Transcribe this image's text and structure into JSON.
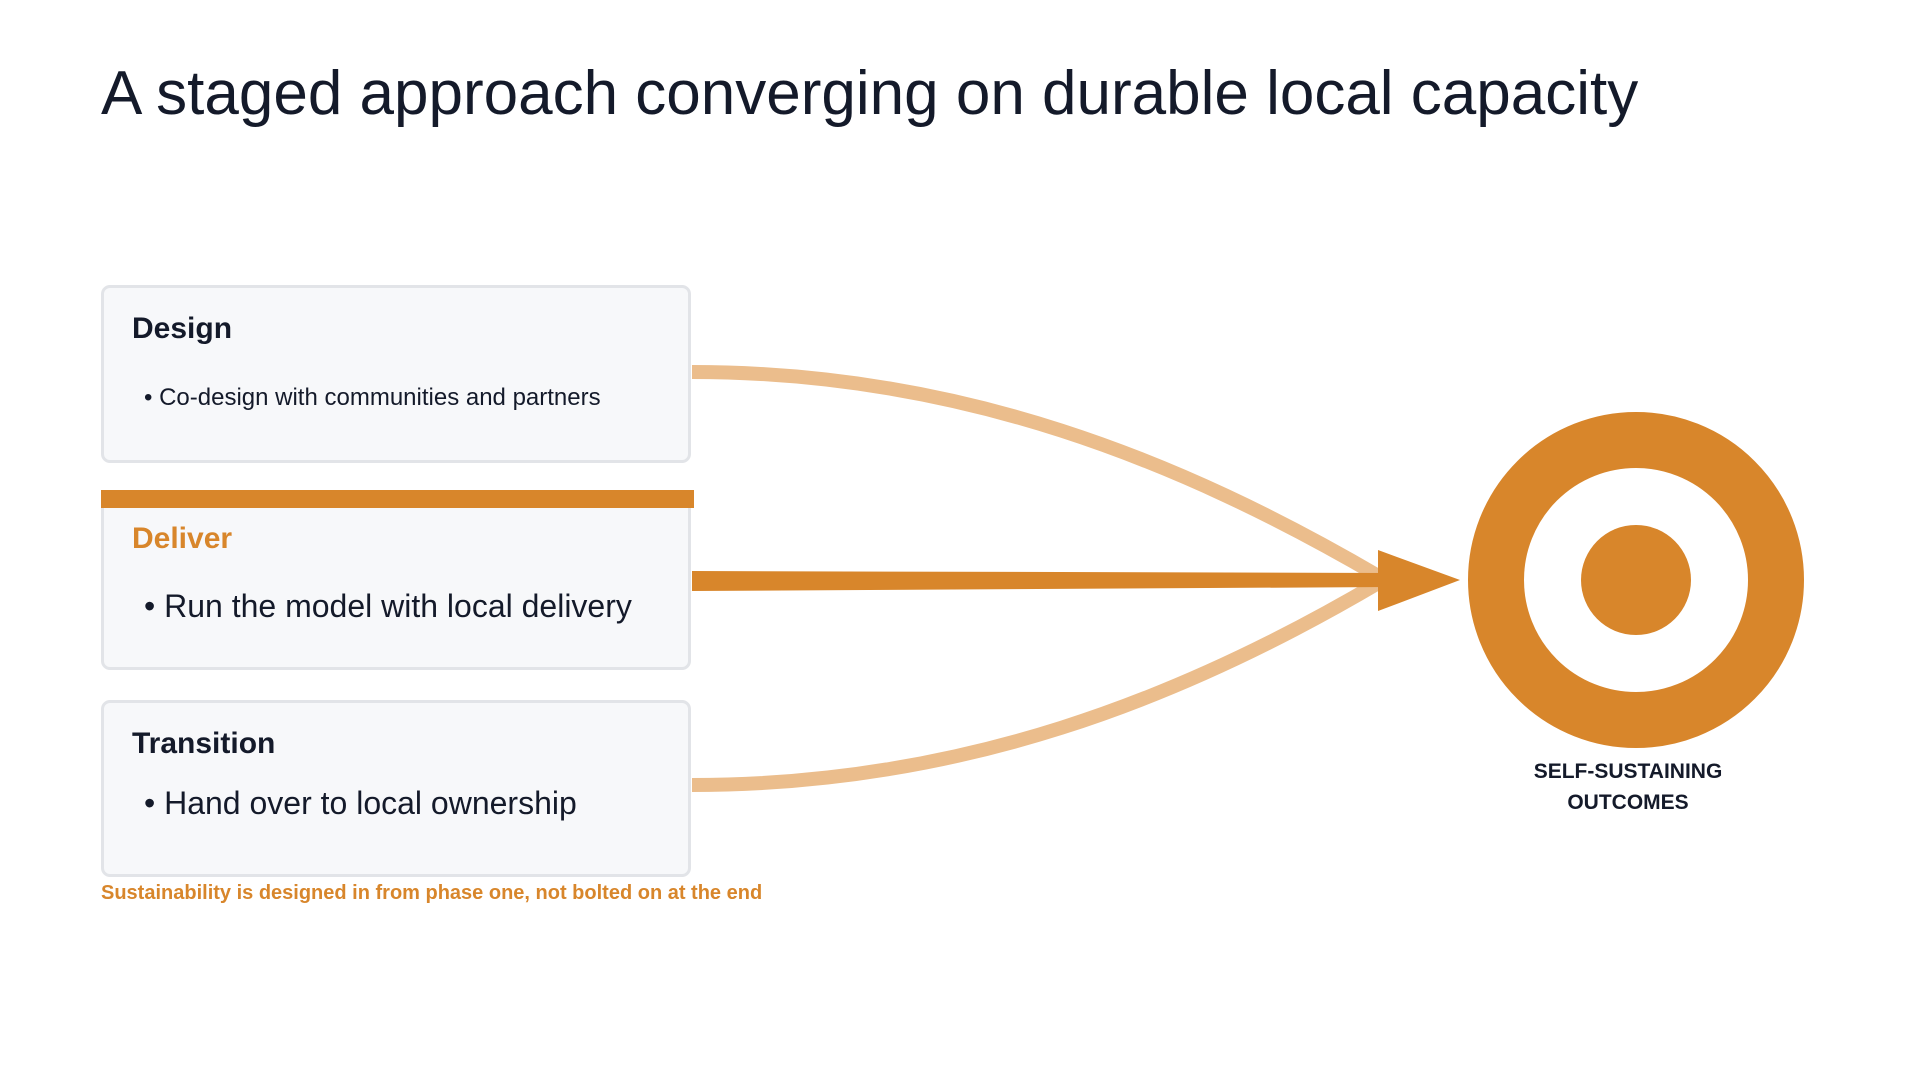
{
  "slide": {
    "title": "A staged approach converging on durable local capacity",
    "footnote": "Sustainability is designed in from phase one, not bolted on at the end"
  },
  "stages": [
    {
      "heading": "Design",
      "bullet": "• Co-design with communities and partners",
      "active": false
    },
    {
      "heading": "Deliver",
      "bullet": "• Run the model with local delivery",
      "active": true
    },
    {
      "heading": "Transition",
      "bullet": "• Hand over to local ownership",
      "active": false
    }
  ],
  "target": {
    "label_lines": [
      "SELF-SUSTAINING",
      "OUTCOMES"
    ]
  },
  "colors": {
    "accent": "#d8862b",
    "accent_light": "#ebbd8c",
    "text": "#141a2a",
    "card_bg": "#f7f8fa",
    "card_border": "#e2e4e8"
  }
}
